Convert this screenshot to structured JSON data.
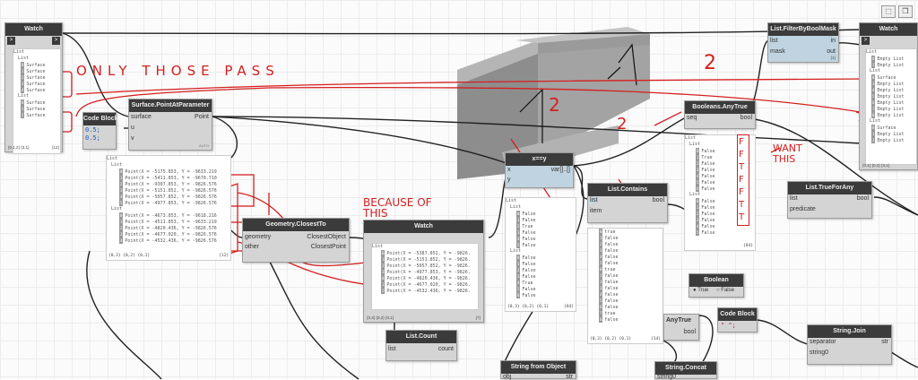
{
  "toolbar": {
    "view_a": "⬚",
    "view_b": "❒"
  },
  "nodes": {
    "watch_left": {
      "title": "Watch",
      "list_root": "List",
      "sub_list": "List",
      "items": [
        "Surface",
        "Surface",
        "Surface",
        "Surface",
        "Surface"
      ],
      "items_b": [
        "Surface",
        "Surface",
        "Surface"
      ],
      "level": "{0,1,2} {3,1}",
      "count": "{12}"
    },
    "code_block": {
      "title": "Code Block",
      "code": [
        "0.5;",
        "0.5;"
      ]
    },
    "surface_point": {
      "title": "Surface.PointAtParameter",
      "in": [
        "surface",
        "u",
        "v"
      ],
      "out": "Point",
      "auto": "AUTO"
    },
    "points_watch": {
      "root": "List",
      "sub": "List",
      "rows_a": [
        "Point(X = -5175.853, Y = -9633.219",
        "Point(X = -5411.853, Y = -9670.710",
        "Point(X = -9307.853, Y = -9826.576",
        "Point(X = -5151.852, Y = -9826.576",
        "Point(X = -5057.852, Y = -9826.576",
        "Point(X = -4977.853, Y = -9826.576"
      ],
      "rows_b": [
        "Point(X = -4673.853, Y = -9618.216",
        "Point(X = -4511.853, Y = -9633.219",
        "Point(X = -4820.436, Y = -9826.576",
        "Point(X = -4677.020, Y = -9826.576",
        "Point(X = -4532.436, Y = -9826.576",
        "Point(X = -4439.853, Y = -9826.576"
      ],
      "level": "{0,3} {0,2} {0,1}",
      "count": "{12}"
    },
    "closest_to": {
      "title": "Geometry.ClosestTo",
      "in": [
        "geometry",
        "other"
      ],
      "out": [
        "ClosestObject",
        "ClosestPoint"
      ]
    },
    "watch_mid": {
      "title": "Watch",
      "root": "List",
      "rows": [
        "Point(X = -5387.852, Y = -9826.",
        "Point(X = -5151.852, Y = -9826.",
        "Point(X = -5057.852, Y = -9826.",
        "Point(X = -4977.853, Y = -9826.",
        "Point(X = -4820.436, Y = -9826.",
        "Point(X = -4677.020, Y = -9826.",
        "Point(X = -4532.436, Y = -9826."
      ],
      "level": "{0,3} {0,2} {0,1}",
      "count": "{7}"
    },
    "list_count": {
      "title": "List.Count",
      "in": "list",
      "out": "count"
    },
    "xy_node": {
      "title": "x==y",
      "in": [
        "x",
        "y"
      ],
      "out": "var[]..[]"
    },
    "bool_watch": {
      "root": "List",
      "sub": "List",
      "rows": [
        "False",
        "False",
        "True",
        "False",
        "False",
        "False",
        "False",
        "False",
        "False",
        "False",
        "True",
        "False",
        "False",
        "False",
        "False"
      ],
      "level": "{0,3} {0,2} {0,1}",
      "count": "{84}"
    },
    "list_contains": {
      "title": "List.Contains",
      "in": [
        "list",
        "item"
      ],
      "out": "bool"
    },
    "contains_watch": {
      "rows": [
        "true",
        "false",
        "false",
        "false",
        "false",
        "false",
        "true",
        "false",
        "false",
        "false",
        "false",
        "false",
        "false",
        "true",
        "false",
        "false"
      ],
      "level": "{0,3} {0,2} {0,1}",
      "count": "{14}"
    },
    "any_true_small": {
      "title": "AnyTrue",
      "out": "bool"
    },
    "boolean": {
      "title": "Boolean",
      "opt_true": "True",
      "opt_false": "False"
    },
    "string_from_obj": {
      "title": "String from Object",
      "in": "obj",
      "out": "str"
    },
    "string_concat": {
      "title": "String.Concat",
      "in": "string0"
    },
    "code_block2": {
      "title": "Code Block",
      "code": "\" \";"
    },
    "string_join": {
      "title": "String.Join",
      "in": [
        "separator",
        "string0"
      ],
      "out": "str"
    },
    "any_true": {
      "title": "Booleans.AnyTrue",
      "in": "seq",
      "out": "bool"
    },
    "any_watch": {
      "root": "List",
      "sub": "List",
      "rows": [
        "False",
        "True",
        "False",
        "False",
        "False",
        "False",
        "False"
      ],
      "rows_b": [
        "False",
        "False",
        "False",
        "False",
        "False",
        "False",
        "False",
        "False"
      ],
      "count": "{84}"
    },
    "true_for_any": {
      "title": "List.TrueForAny",
      "in": [
        "list",
        "predicate"
      ],
      "out": "bool"
    },
    "filter": {
      "title": "List.FilterByBoolMask",
      "in": [
        "list",
        "mask"
      ],
      "out": [
        "in",
        "out"
      ],
      "count": "{1}"
    },
    "watch_right": {
      "title": "Watch",
      "root": "List",
      "rows": [
        "Empty List",
        "Empty List",
        "List",
        "Surface",
        "Empty List",
        "Empty List",
        "Empty List",
        "Empty List",
        "Empty List",
        "Empty List",
        "List",
        "Surface",
        "Empty List",
        "Empty List"
      ],
      "level": "{0,1} {0,2} {3,1}"
    }
  },
  "annotations": {
    "pass": "ONLY THOSE PASS",
    "because": "BECAUSE OF THIS",
    "want": "WANT THIS",
    "two_a": "2",
    "two_b": "2",
    "two_c": "2",
    "tf_col": "F F T F F T T"
  },
  "colors": {
    "sketch": "#d41f1f",
    "header": "#3b3b3b",
    "selected": "#bfd4e0"
  }
}
